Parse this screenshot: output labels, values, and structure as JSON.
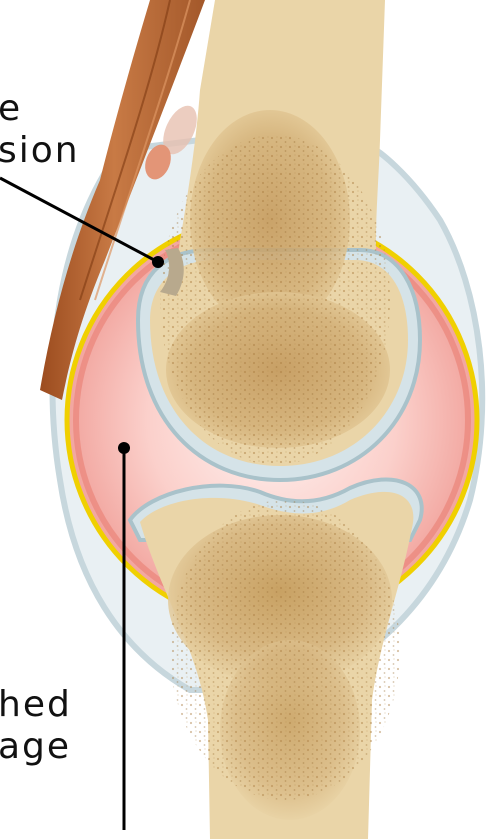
{
  "labels": {
    "top": {
      "line1": "e",
      "line2": "sion"
    },
    "bottom": {
      "line1": "hed",
      "line2": "age"
    }
  },
  "colors": {
    "bone": "#e8d3a6",
    "marrow": "#c9a46c",
    "synovium": "#f4b3ad",
    "capsule_outline": "#f0d000",
    "membrane": "#bfd3d8",
    "muscle": "#b8652f",
    "pointer": "#000000"
  }
}
